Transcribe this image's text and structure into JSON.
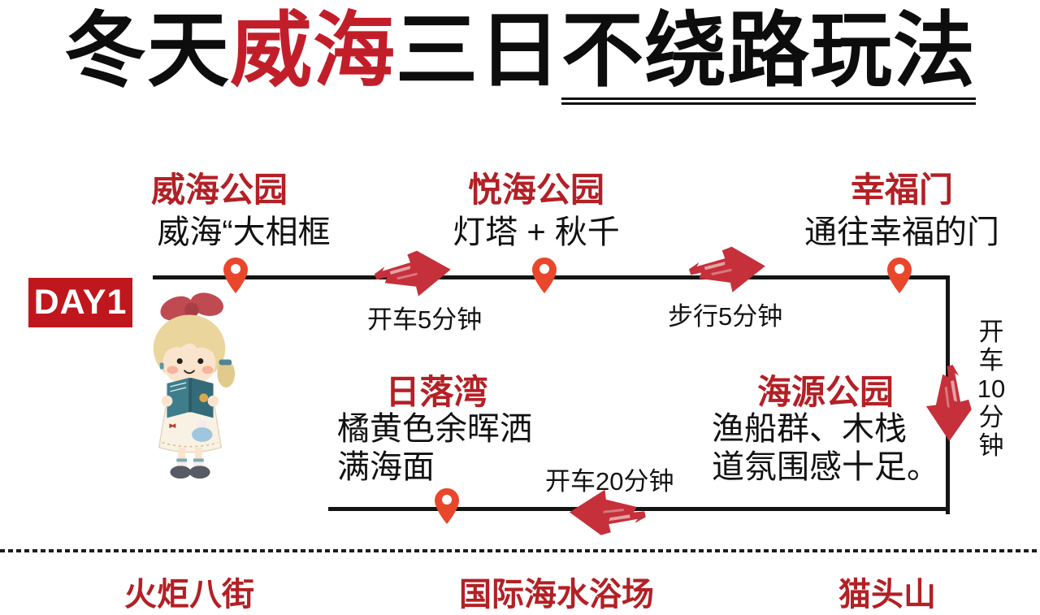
{
  "title": {
    "segments": [
      {
        "text": "冬天"
      },
      {
        "text": "威海"
      },
      {
        "text": "三日"
      },
      {
        "text": "不绕路玩法"
      }
    ]
  },
  "day_badge": {
    "label": "DAY1"
  },
  "stops": [
    {
      "name": "威海公园",
      "desc": "威海“大相框"
    },
    {
      "name": "悦海公园",
      "desc": "灯塔 + 秋千"
    },
    {
      "name": "幸福门",
      "desc": "通往幸福的门"
    },
    {
      "name": "海源公园",
      "desc_lines": [
        "渔船群、木栈",
        "道氛围感十足。"
      ]
    },
    {
      "name": "日落湾",
      "desc_lines": [
        "橘黄色余晖洒",
        "满海面"
      ]
    }
  ],
  "transits": [
    {
      "label": "开车5分钟"
    },
    {
      "label": "步行5分钟"
    },
    {
      "label": "开车10分钟",
      "vertical_lines": [
        "开",
        "车",
        "10",
        "分",
        "钟"
      ]
    },
    {
      "label": "开车20分钟"
    }
  ],
  "next_day_preview": [
    "火炬八街",
    "国际海水浴场",
    "猫头山"
  ],
  "colors": {
    "title_red": "#C21E2A",
    "heading_red": "#B32025",
    "badge_red": "#C0161D",
    "pin_orange": "#E8472C",
    "arrow_red": "#C5303A",
    "line_black": "#141414"
  }
}
